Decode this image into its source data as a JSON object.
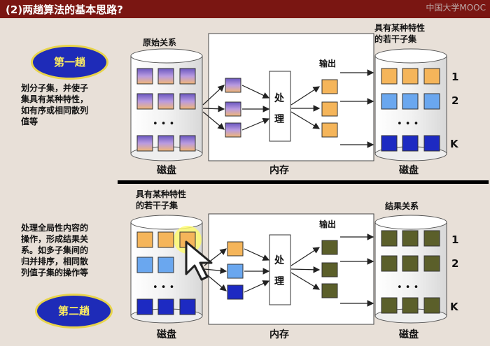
{
  "header": {
    "title": "(2)两趟算法的基本思路?",
    "logo": "中国大学MOOC"
  },
  "pass1": {
    "badge": "第一趟",
    "desc": [
      "划分子集，并使子",
      "集具有某种特性，",
      "如有序或相同散列",
      "值等"
    ],
    "input_label": "原始关系",
    "output_label": [
      "具有某种特性",
      "的若干子集"
    ],
    "process": [
      "处",
      "理"
    ],
    "output_word": "输出",
    "disk_left": "磁盘",
    "memory": "内存",
    "disk_right": "磁盘",
    "ellipsis": "• • •",
    "nums": [
      "1",
      "2",
      "K"
    ]
  },
  "pass2": {
    "badge": "第二趟",
    "desc": [
      "处理全局性内容的",
      "操作，形成结果关",
      "系。如多子集间的",
      "归并排序，相同散",
      "列值子集的操作等"
    ],
    "input_label": [
      "具有某种特性",
      "的若干子集"
    ],
    "output_label": "结果关系",
    "process": [
      "处",
      "理"
    ],
    "output_word": "输出",
    "disk_left": "磁盘",
    "memory": "内存",
    "disk_right": "磁盘",
    "ellipsis": "• • •",
    "nums": [
      "1",
      "2",
      "K"
    ]
  },
  "colors": {
    "purple_block": "#8b6fb5",
    "orange": "#f5b55a",
    "blue": "#6aa7ef",
    "navy": "#1d2ac2",
    "olive": "#5b5f2a",
    "header": "#7a1612"
  },
  "icons": [
    "cursor-arrow-icon",
    "mooc-logo"
  ]
}
